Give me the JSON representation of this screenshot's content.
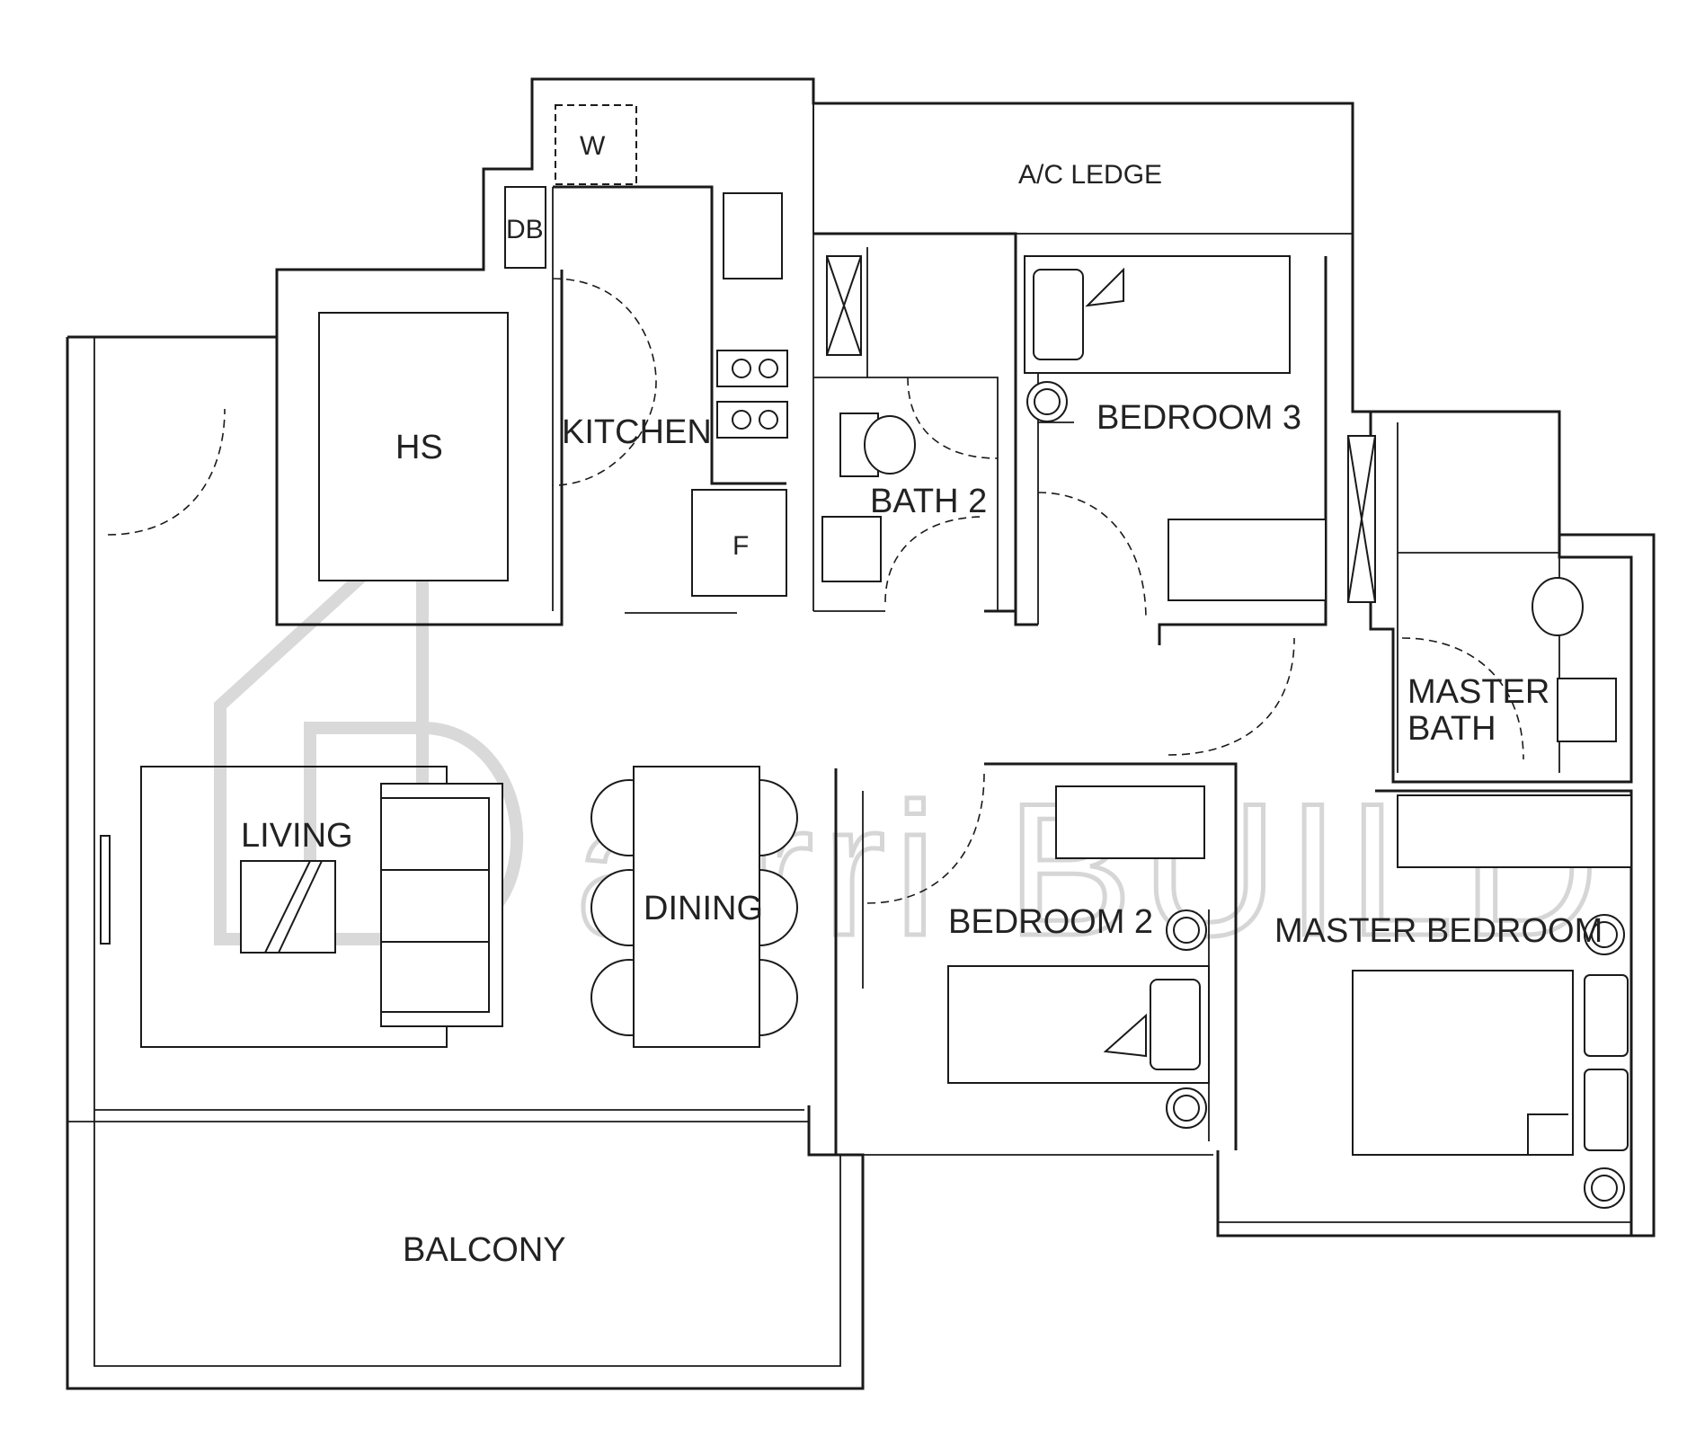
{
  "floor_plan": {
    "rooms": {
      "ac_ledge": "A/C LEDGE",
      "w": "W",
      "db": "DB",
      "kitchen": "KITCHEN",
      "hs": "HS",
      "f": "F",
      "bath_2": "BATH 2",
      "bedroom_3": "BEDROOM 3",
      "master_bath_line1": "MASTER",
      "master_bath_line2": "BATH",
      "living": "LIVING",
      "dining": "DINING",
      "bedroom_2": "BEDROOM 2",
      "master_bedroom": "MASTER BEDROOM",
      "balcony": "BALCONY"
    },
    "watermark": "atrri BUILD"
  }
}
